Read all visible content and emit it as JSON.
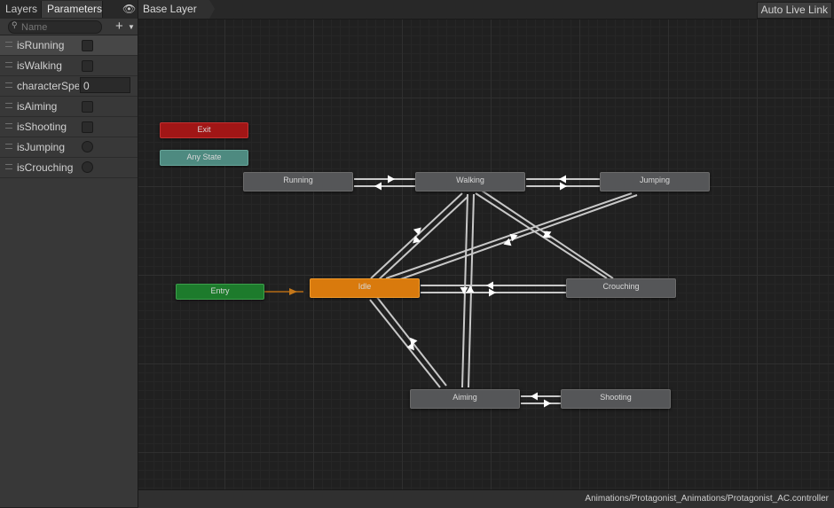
{
  "tabs": {
    "layers": "Layers",
    "parameters": "Parameters"
  },
  "search": {
    "placeholder": "Name"
  },
  "add_symbol": "+",
  "parameters": [
    {
      "name": "isRunning",
      "type": "bool",
      "value": false,
      "selected": true
    },
    {
      "name": "isWalking",
      "type": "bool",
      "value": false
    },
    {
      "name": "characterSpee",
      "type": "float",
      "value": "0"
    },
    {
      "name": "isAiming",
      "type": "bool",
      "value": false
    },
    {
      "name": "isShooting",
      "type": "bool",
      "value": false
    },
    {
      "name": "isJumping",
      "type": "trigger"
    },
    {
      "name": "isCrouching",
      "type": "trigger"
    }
  ],
  "breadcrumb": "Base Layer",
  "live_link_label": "Auto Live Link",
  "states": {
    "exit": "Exit",
    "any_state": "Any State",
    "entry": "Entry",
    "idle": "Idle",
    "running": "Running",
    "walking": "Walking",
    "jumping": "Jumping",
    "crouching": "Crouching",
    "aiming": "Aiming",
    "shooting": "Shooting"
  },
  "asset_path": "Animations/Protagonist_Animations/Protagonist_AC.controller",
  "colors": {
    "entry": "#1d7b2c",
    "exit": "#a11616",
    "any_state": "#4e8a80",
    "default_state": "#d97a0d",
    "state": "#555658"
  },
  "icons": {
    "visibility": "eye-icon",
    "search": "search-icon",
    "add": "plus-icon",
    "dropdown": "caret-down-icon"
  }
}
